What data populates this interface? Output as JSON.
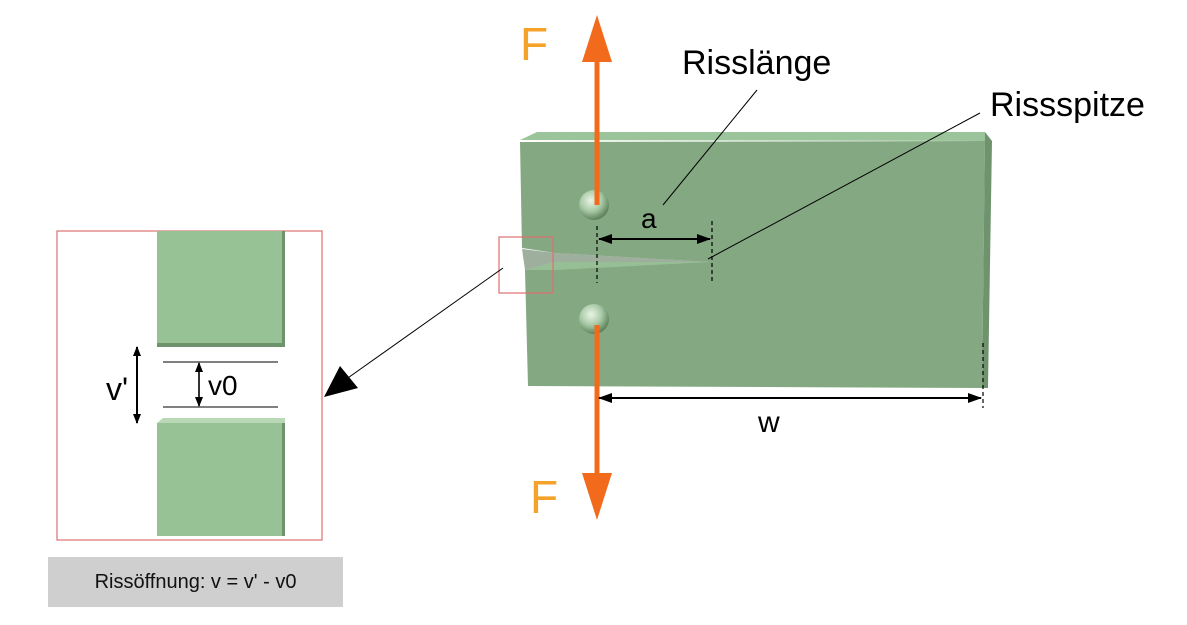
{
  "labels": {
    "force_top": "F",
    "force_bottom": "F",
    "crack_length": "Risslänge",
    "crack_tip": "Rissspitze",
    "length_a": "a",
    "width_w": "w",
    "v_prime": "v'",
    "v_zero": "v0"
  },
  "caption": "Rissöffnung: v = v' - v0",
  "colors": {
    "specimen_face": "#84a882",
    "specimen_top": "#9cc49a",
    "specimen_side": "#6f936d",
    "detail_block": "#97c296",
    "force_arrow": "#f26b1d",
    "force_label": "#f4a22a",
    "detail_frame": "#e07070",
    "caption_bg": "#cfcfcf"
  },
  "icons": {
    "load_pin": "circle-hole-icon",
    "detail_pointer": "arrow-icon"
  }
}
